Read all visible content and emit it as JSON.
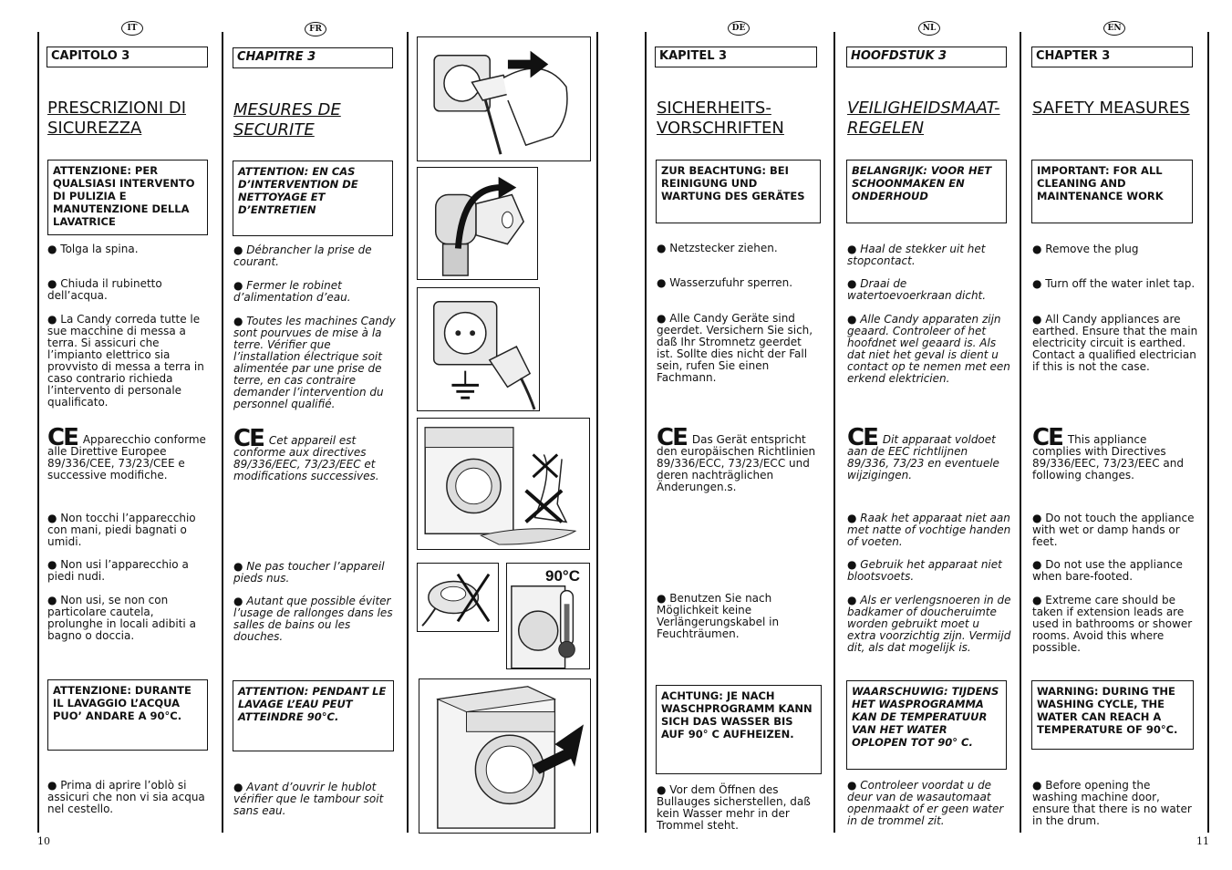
{
  "langs": {
    "it": "IT",
    "fr": "FR",
    "de": "DE",
    "nl": "NL",
    "en": "EN"
  },
  "page_numbers": {
    "left": "10",
    "right": "11"
  },
  "it": {
    "chapter": "CAPITOLO 3",
    "title": "PRESCRIZIONI DI SICUREZZA",
    "box1": "ATTENZIONE: PER QUALSIASI INTERVENTO DI PULIZIA E MANUTENZIONE DELLA LAVATRICE",
    "b1": "● Tolga la spina.",
    "b2": "● Chiuda il rubinetto dell’acqua.",
    "b3": "● La Candy correda tutte le sue macchine di messa a terra. Si assicuri che l’impianto elettrico sia provvisto di messa a terra in caso contrario richieda l’intervento di personale qualificato.",
    "ce": "Apparecchio conforme alle Direttive Europee 89/336/CEE, 73/23/CEE e successive modifiche.",
    "b4": "● Non tocchi l’apparecchio con mani, piedi bagnati o umidi.",
    "b5": "● Non usi l’apparecchio a piedi nudi.",
    "b6": "● Non usi, se non con particolare cautela, prolunghe in locali adibiti a bagno o doccia.",
    "box2": "ATTENZIONE: DURANTE IL LAVAGGIO L’ACQUA PUO’ ANDARE A 90°C.",
    "b7": "● Prima di aprire l’oblò si assicuri che non vi sia acqua nel cestello."
  },
  "fr": {
    "chapter": "CHAPITRE 3",
    "title": "MESURES DE SECURITE",
    "box1": "ATTENTION: EN CAS D’INTERVENTION DE NETTOYAGE ET D’ENTRETIEN",
    "b1": "● Débrancher la prise de courant.",
    "b2": "● Fermer le robinet d’alimentation d’eau.",
    "b3": "● Toutes les machines Candy sont pourvues de mise à la terre. Vérifier que l’installation électrique soit alimentée par une prise de terre, en cas contraire demander l’intervention du personnel qualifié.",
    "ce": "Cet appareil est conforme aux directives 89/336/EEC, 73/23/EEC et modifications successives.",
    "b4": "● Ne pas toucher l’appareil pieds nus.",
    "b5": "● Autant que possible éviter l’usage de rallonges dans les salles de bains ou les douches.",
    "box2": "ATTENTION: PENDANT LE LAVAGE L’EAU PEUT ATTEINDRE 90°C.",
    "b6": "● Avant d’ouvrir le hublot vérifier que le tambour soit sans eau."
  },
  "de": {
    "chapter": "KAPITEL 3",
    "title": "SICHERHEITS-VORSCHRIFTEN",
    "box1": "ZUR BEACHTUNG: BEI REINIGUNG UND WARTUNG DES GERÄTES",
    "b1": "● Netzstecker ziehen.",
    "b2": "● Wasserzufuhr sperren.",
    "b3": "● Alle Candy Geräte sind geerdet. Versichern Sie sich, daß Ihr Stromnetz geerdet ist. Sollte dies nicht der Fall sein, rufen Sie einen Fachmann.",
    "ce": "Das Gerät entspricht den europäischen Richtlinien 89/336/ECC, 73/23/ECC und deren nachträglichen Änderungen.s.",
    "b4": "● Benutzen Sie nach Möglichkeit keine Verlängerungskabel in Feuchträumen.",
    "box2": "ACHTUNG: JE NACH WASCHPROGRAMM KANN SICH DAS WASSER BIS AUF 90° C AUFHEIZEN.",
    "b5": "● Vor dem Öffnen des Bullauges sicherstellen, daß kein Wasser mehr in der Trommel steht."
  },
  "nl": {
    "chapter": "HOOFDSTUK 3",
    "title": "VEILIGHEIDSMAAT-REGELEN",
    "box1": "BELANGRIJK: VOOR HET SCHOONMAKEN EN ONDERHOUD",
    "b1": "● Haal de stekker uit het stopcontact.",
    "b2": "● Draai de watertoevoerkraan dicht.",
    "b3": "● Alle Candy apparaten zijn geaard. Controleer of het hoofdnet wel geaard is. Als dat niet het geval is dient u contact op te nemen met een erkend elektricien.",
    "ce": "Dit apparaat voldoet aan de EEC richtlijnen 89/336, 73/23 en eventuele wijzigingen.",
    "b4": "● Raak het apparaat niet aan met natte of vochtige handen of voeten.",
    "b5": "● Gebruik het apparaat niet blootsvoets.",
    "b6": "● Als er verlengsnoeren in de badkamer of doucheruimte worden gebruikt moet u extra voorzichtig zijn. Vermijd dit, als dat mogelijk is.",
    "box2": "WAARSCHUWIG: TIJDENS HET WASPROGRAMMA KAN DE TEMPERATUUR VAN HET WATER OPLOPEN TOT 90° C.",
    "b7": "● Controleer voordat u de deur van de wasautomaat openmaakt of er geen water in de trommel zit."
  },
  "en": {
    "chapter": "CHAPTER 3",
    "title": "SAFETY MEASURES",
    "box1": "IMPORTANT: FOR ALL CLEANING AND MAINTENANCE WORK",
    "b1": "● Remove the plug",
    "b2": "● Turn off the water inlet tap.",
    "b3": "● All Candy appliances are earthed. Ensure that the main electricity circuit is earthed. Contact a qualified electrician if this is not the case.",
    "ce": "This appliance complies with Directives 89/336/EEC, 73/23/EEC and following changes.",
    "b4": "● Do not touch the appliance with wet or damp hands or feet.",
    "b5": "● Do not use the appliance when bare-footed.",
    "b6": "● Extreme care should be taken if extension leads are used in bathrooms or shower rooms. Avoid this where possible.",
    "box2": "WARNING: DURING THE WASHING CYCLE, THE WATER CAN REACH A TEMPERATURE OF 90°C.",
    "b7": "● Before opening the washing machine door, ensure that there is no water in the drum."
  },
  "ce_mark": "CE",
  "illustration_temp": "90°C"
}
